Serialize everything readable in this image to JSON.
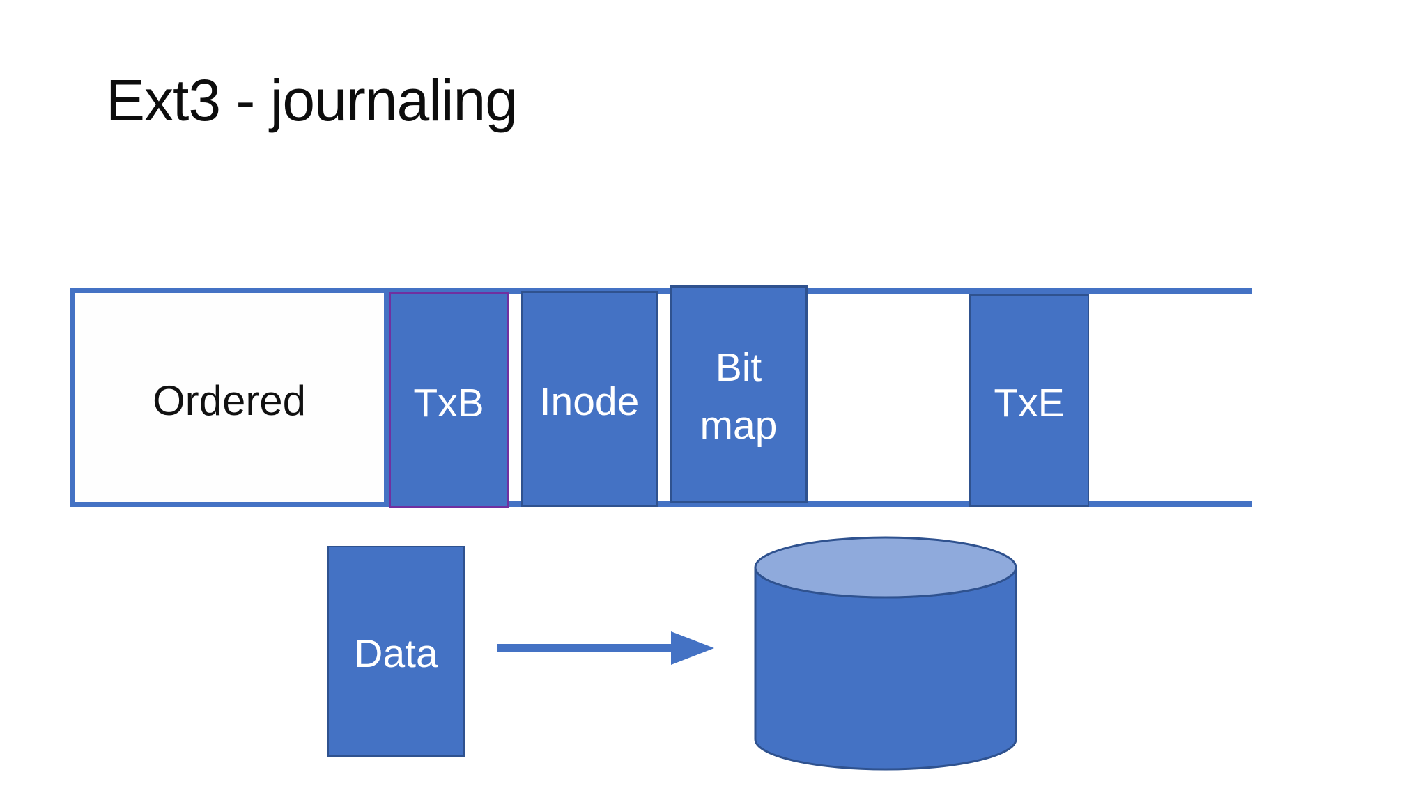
{
  "slide": {
    "title": "Ext3 - journaling"
  },
  "journal_track": {
    "segments": [
      {
        "id": "ordered",
        "label": "Ordered",
        "fill": "#FFFFFF",
        "text_color": "#111111",
        "border_color": "#4472C4"
      },
      {
        "id": "txb",
        "label": "TxB",
        "fill": "#4472C4",
        "text_color": "#FFFFFF",
        "border_color": "#7030A0"
      },
      {
        "id": "inode",
        "label": "Inode",
        "fill": "#4472C4",
        "text_color": "#FFFFFF",
        "border_color": "#2F528F"
      },
      {
        "id": "bitmap",
        "label": "Bit map",
        "fill": "#4472C4",
        "text_color": "#FFFFFF",
        "border_color": "#2F528F"
      },
      {
        "id": "txe",
        "label": "TxE",
        "fill": "#4472C4",
        "text_color": "#FFFFFF",
        "border_color": "#2F528F"
      }
    ]
  },
  "data_flow": {
    "source_label": "Data",
    "arrow_icon": "right-arrow-icon",
    "target_icon": "disk-cylinder-icon"
  },
  "colors": {
    "accent_blue": "#4472C4",
    "dark_blue_border": "#2F528F",
    "purple_border": "#7030A0",
    "cylinder_top_light_blue": "#8FAADC",
    "title_text": "#0d0d0d",
    "box_text_white": "#FFFFFF"
  }
}
